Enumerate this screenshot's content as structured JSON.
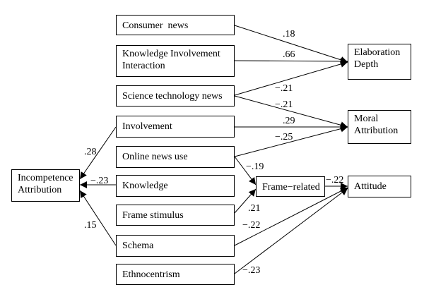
{
  "boxes": {
    "consumer_news": "Consumer  news",
    "knowledge_involvement_interaction_line1": "Knowledge Involvement",
    "knowledge_involvement_interaction_line2": "Interaction",
    "science_technology_news": "Science technology news",
    "involvement": "Involvement",
    "online_news_use": "Online news use",
    "knowledge": "Knowledge",
    "frame_stimulus": "Frame stimulus",
    "schema": "Schema",
    "ethnocentrism": "Ethnocentrism",
    "incompetence_attribution_line1": "Incompetence",
    "incompetence_attribution_line2": "Attribution",
    "frame_related": "Frame−related",
    "elaboration_depth_line1": "Elaboration",
    "elaboration_depth_line2": "Depth",
    "moral_attribution_line1": "Moral",
    "moral_attribution_line2": "Attribution",
    "attitude": "Attitude"
  },
  "paths": [
    {
      "from": "Consumer  news",
      "to": "Elaboration Depth",
      "coefficient": ".18"
    },
    {
      "from": "Knowledge Involvement Interaction",
      "to": "Elaboration Depth",
      "coefficient": ".66"
    },
    {
      "from": "Science technology news",
      "to": "Elaboration Depth",
      "coefficient": "−.21"
    },
    {
      "from": "Science technology news",
      "to": "Moral Attribution",
      "coefficient": "−.21"
    },
    {
      "from": "Involvement",
      "to": "Moral Attribution",
      "coefficient": ".29"
    },
    {
      "from": "Online news use",
      "to": "Moral Attribution",
      "coefficient": "−.25"
    },
    {
      "from": "Online news use",
      "to": "Frame−related",
      "coefficient": "−.19"
    },
    {
      "from": "Frame stimulus",
      "to": "Frame−related",
      "coefficient": ".21"
    },
    {
      "from": "Frame−related",
      "to": "Attitude",
      "coefficient": "−.22"
    },
    {
      "from": "Schema",
      "to": "Attitude",
      "coefficient": "−.22"
    },
    {
      "from": "Ethnocentrism",
      "to": "Attitude",
      "coefficient": "−.23"
    },
    {
      "from": "Involvement",
      "to": "Incompetence Attribution",
      "coefficient": ".28"
    },
    {
      "from": "Knowledge",
      "to": "Incompetence Attribution",
      "coefficient": "−.23"
    },
    {
      "from": "Schema",
      "to": "Incompetence Attribution",
      "coefficient": ".15"
    }
  ]
}
